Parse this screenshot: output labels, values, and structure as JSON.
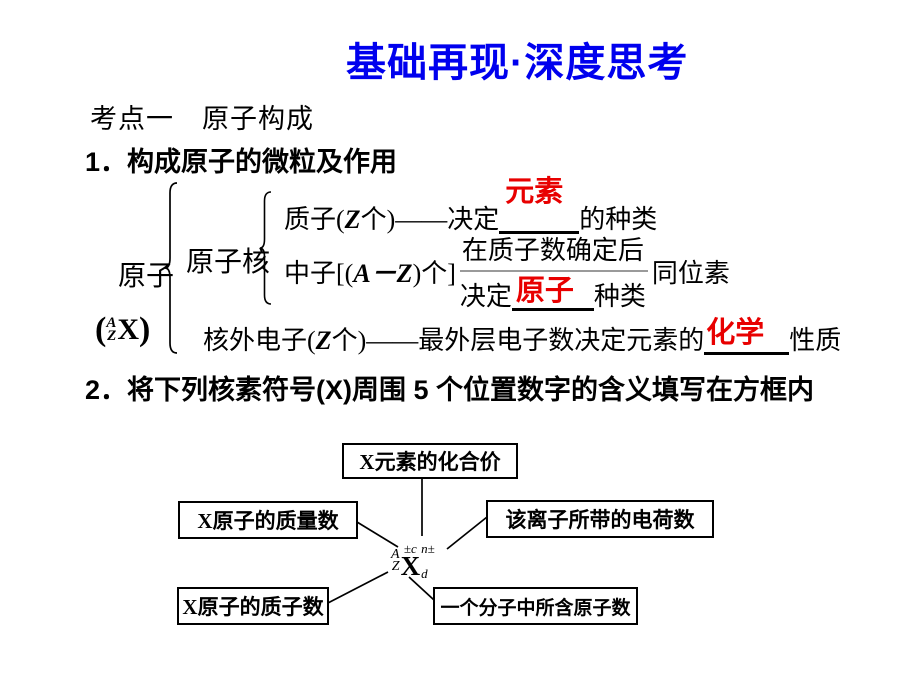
{
  "title": "基础再现·深度思考",
  "section": {
    "heading": "考点一　原子构成"
  },
  "item1": {
    "heading": "1．构成原子的微粒及作用"
  },
  "item2": {
    "heading": "2．将下列核素符号(X)周围 5 个位置数字的含义填写在方框内"
  },
  "map": {
    "root": "原子",
    "symbol": {
      "open": "(",
      "a": "A",
      "z": "Z",
      "x": "X",
      "close": ")"
    },
    "nucleus": "原子核",
    "proton": {
      "pre": "质子(",
      "v": "Z",
      "post": "个)",
      "dash": "——",
      "verb": "决定",
      "answer": "元素",
      "tail": "的种类"
    },
    "neutron": {
      "pre": "中子[(",
      "v": "A－Z",
      "post": ")个]",
      "top": "在质子数确定后",
      "verb": "决定",
      "answer": "原子",
      "tail": "种类",
      "result": "同位素"
    },
    "electron": {
      "pre": "核外电子(",
      "v": "Z",
      "post": "个)",
      "dash": "——",
      "text": "最外层电子数决定元素的",
      "answer": "化学",
      "tail": "性质"
    }
  },
  "diagram": {
    "center": {
      "a": "A",
      "z": "Z",
      "x": "X",
      "valence": "±c",
      "charge": "n±",
      "count": "d"
    },
    "box_top": "X元素的化合价",
    "box_left_top": "X原子的质量数",
    "box_right_top": "该离子所带的电荷数",
    "box_left_bottom": "X原子的质子数",
    "box_right_bottom": "一个分子中所含原子数"
  },
  "colors": {
    "title": "#0000ee",
    "answer": "#e80000",
    "text": "#000000",
    "background": "#ffffff"
  }
}
